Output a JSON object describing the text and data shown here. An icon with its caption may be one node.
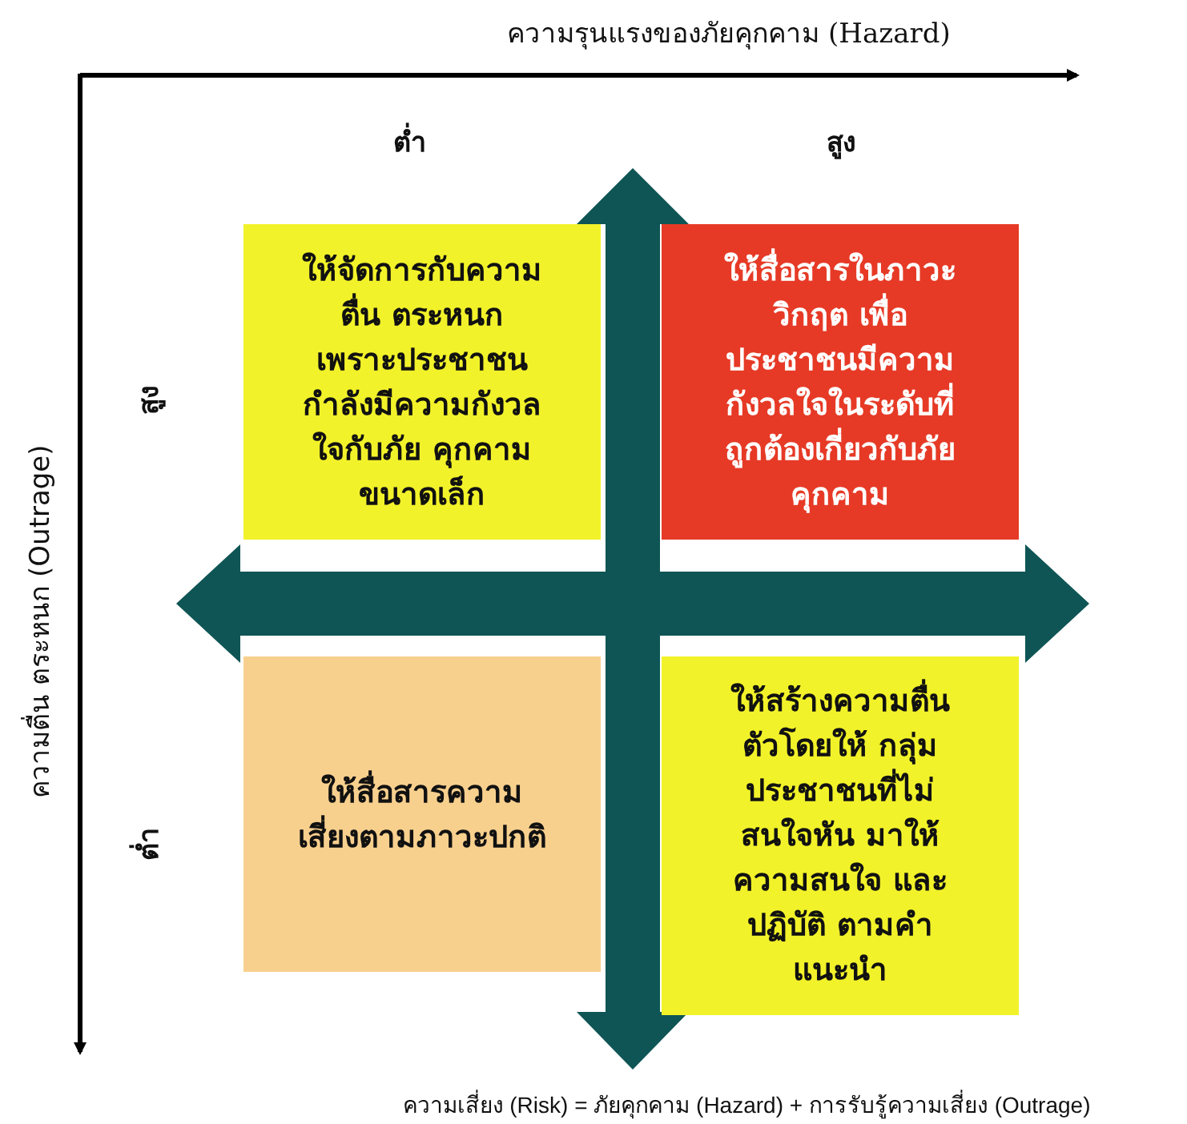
{
  "diagram": {
    "nodes": [
      {
        "text": [
          "ให้จัดการกับความตื่น ตระหนก เพราะประชาชน กำลังมีความกังวลใจกับภัย คุกคามขนาดเล็ก"
        ]
      },
      {
        "text": [
          "ให้สื่อสารในภาวะวิกฤต เพื่อ ประชาชนมีความกังวลใจในระดับที่ถูกต้องเกี่ยวกับภัย คุกคาม"
        ]
      },
      {
        "text": [
          "ให้สื่อสารความเสี่ยงตามภาวะปกติ"
        ]
      },
      {
        "text": [
          "ให้สร้างความตื่นตัวโดยให้ กลุ่มประชาชนที่ไม่สนใจหัน มาให้ความสนใจ และปฏิบัติ ตามคำแนะนำ"
        ]
      }
    ],
    "labels": [
      "ความรุนแรงของภัยคุกคาม (Hazard)",
      "ต่ำ",
      "สูง",
      "ความตื่น ตระหนก (Outrage)",
      "สูง",
      "ต่ำ",
      "ความเสี่ยง (Risk) = ภัยคุกคาม (Hazard) + การรับรู้ความเสี่ยง (Outrage)"
    ]
  }
}
